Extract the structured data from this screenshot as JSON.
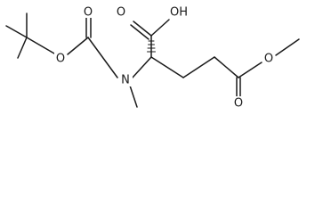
{
  "molecule": {
    "atom_labels": {
      "hydroxyl": "OH",
      "acid_carbonyl_oxygen": "O",
      "carbamate_carbonyl_oxygen": "O",
      "carbamate_ester_oxygen": "O",
      "nitrogen": "N",
      "ester_carbonyl_oxygen": "O",
      "ester_oxygen": "O"
    }
  }
}
